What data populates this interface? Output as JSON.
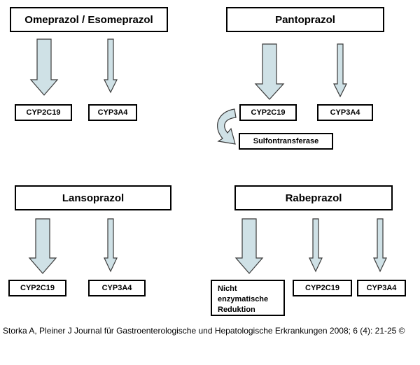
{
  "colors": {
    "arrow_fill": "#cfe1e6",
    "arrow_stroke": "#3a3a3a",
    "box_border": "#000000"
  },
  "groups": {
    "omeprazol": {
      "drug": "Omeprazol / Esomeprazol",
      "enzymes": [
        "CYP2C19",
        "CYP3A4"
      ]
    },
    "pantoprazol": {
      "drug": "Pantoprazol",
      "enzymes": [
        "CYP2C19",
        "CYP3A4"
      ],
      "extra": "Sulfontransferase"
    },
    "lansoprazol": {
      "drug": "Lansoprazol",
      "enzymes": [
        "CYP2C19",
        "CYP3A4"
      ]
    },
    "rabeprazol": {
      "drug": "Rabeprazol",
      "pathway": [
        "Nicht",
        "enzymatische",
        "Reduktion"
      ],
      "enzymes": [
        "CYP2C19",
        "CYP3A4"
      ]
    }
  },
  "caption": "Storka A, Pleiner J Journal für Gastroenterologische und Hepatologische Erkrankungen 2008; 6 (4): 21-25 ©"
}
